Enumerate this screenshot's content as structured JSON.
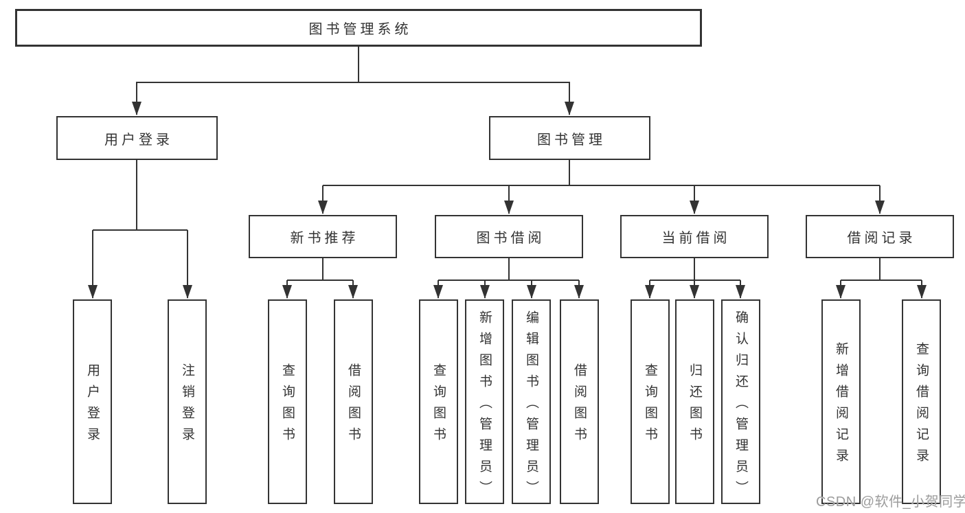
{
  "watermark": "CSDN @软件_小贺同学",
  "colors": {
    "line": "#333333",
    "box_border": "#333333",
    "box_fill": "#ffffff",
    "text": "#333333",
    "watermark": "#9c9c9c"
  },
  "tree": {
    "label": "图书管理系统",
    "children": [
      {
        "label": "用户登录",
        "children": [
          {
            "label": "用户登录"
          },
          {
            "label": "注销登录"
          }
        ]
      },
      {
        "label": "图书管理",
        "children": [
          {
            "label": "新书推荐",
            "children": [
              {
                "label": "查询图书"
              },
              {
                "label": "借阅图书"
              }
            ]
          },
          {
            "label": "图书借阅",
            "children": [
              {
                "label": "查询图书"
              },
              {
                "label": "新增图书（管理员）"
              },
              {
                "label": "编辑图书（管理员）"
              },
              {
                "label": "借阅图书"
              }
            ]
          },
          {
            "label": "当前借阅",
            "children": [
              {
                "label": "查询图书"
              },
              {
                "label": "归还图书"
              },
              {
                "label": "确认归还（管理员）"
              }
            ]
          },
          {
            "label": "借阅记录",
            "children": [
              {
                "label": "新增借阅记录"
              },
              {
                "label": "查询借阅记录"
              }
            ]
          }
        ]
      }
    ]
  }
}
